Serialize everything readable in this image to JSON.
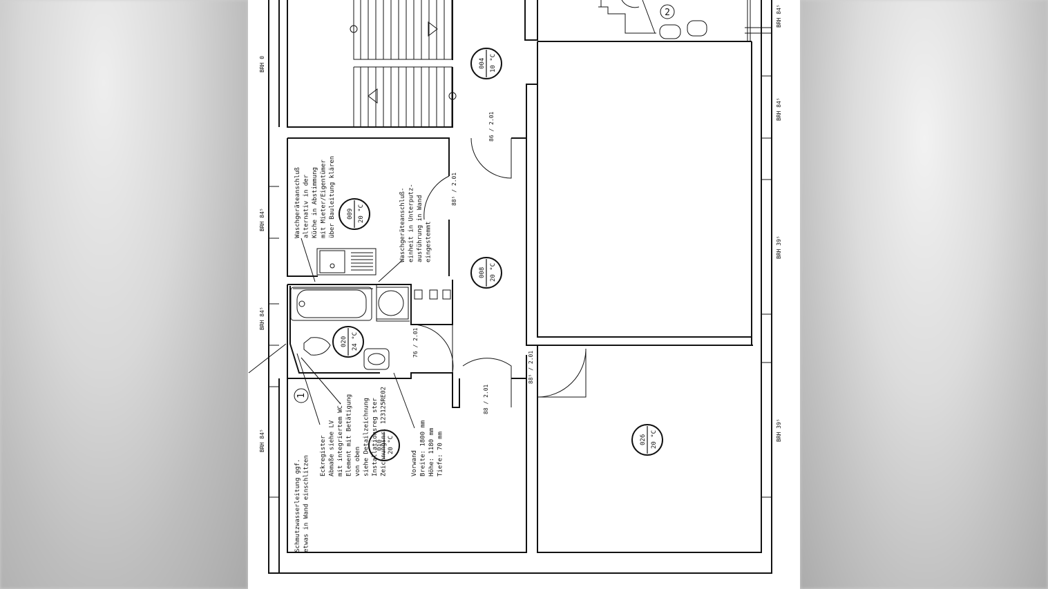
{
  "rooms": [
    {
      "id": "004",
      "temp": "10 °C"
    },
    {
      "id": "009",
      "temp": "20 °C"
    },
    {
      "id": "008",
      "temp": "20 °C"
    },
    {
      "id": "020",
      "temp": "24 °C"
    },
    {
      "id": "026",
      "temp": "20 °C"
    },
    {
      "id": "010",
      "temp": "20 °C"
    }
  ],
  "sill_labels": [
    "BRH 0",
    "BRH 84⁵",
    "BRH 84⁵",
    "BRH 84⁵",
    "BRH 84⁵",
    "BRH 84⁵",
    "BRH 39⁵",
    "BRH 39⁵"
  ],
  "door_labels": [
    "86 / 2.01",
    "88⁵ / 2.01",
    "76 / 2.01",
    "88⁵ / 2.01",
    "88 / 2.01"
  ],
  "markers": [
    "1",
    "2"
  ],
  "notes": {
    "kitchen": [
      "Waschgeräteanschluß",
      "alternativ in der",
      "Küche in Abstimmung",
      "mit Mieter/Eigentümer",
      "über Bauleitung klären"
    ],
    "unit": [
      "Waschgeräteanschluß-",
      "einheit in Unterputz-",
      "ausführung in Wand",
      "eingestemmt"
    ],
    "waste": [
      "Schmutzwasserleitung ggf.",
      "etwas in Wand einschlitzen"
    ],
    "corner": [
      "Eckregister",
      "Abmaße siehe LV",
      "mit integriertem WC-",
      "Element mit Betätigung",
      "von oben",
      "siehe Detailzeichnung",
      "Installationsreg ster",
      "Zeichnungsnr. 123125RE02"
    ],
    "prewall": [
      "Vorwand",
      "Breite: 1800 mm",
      "Höhe:   1180 mm",
      "Tiefe:    70 mm"
    ]
  }
}
